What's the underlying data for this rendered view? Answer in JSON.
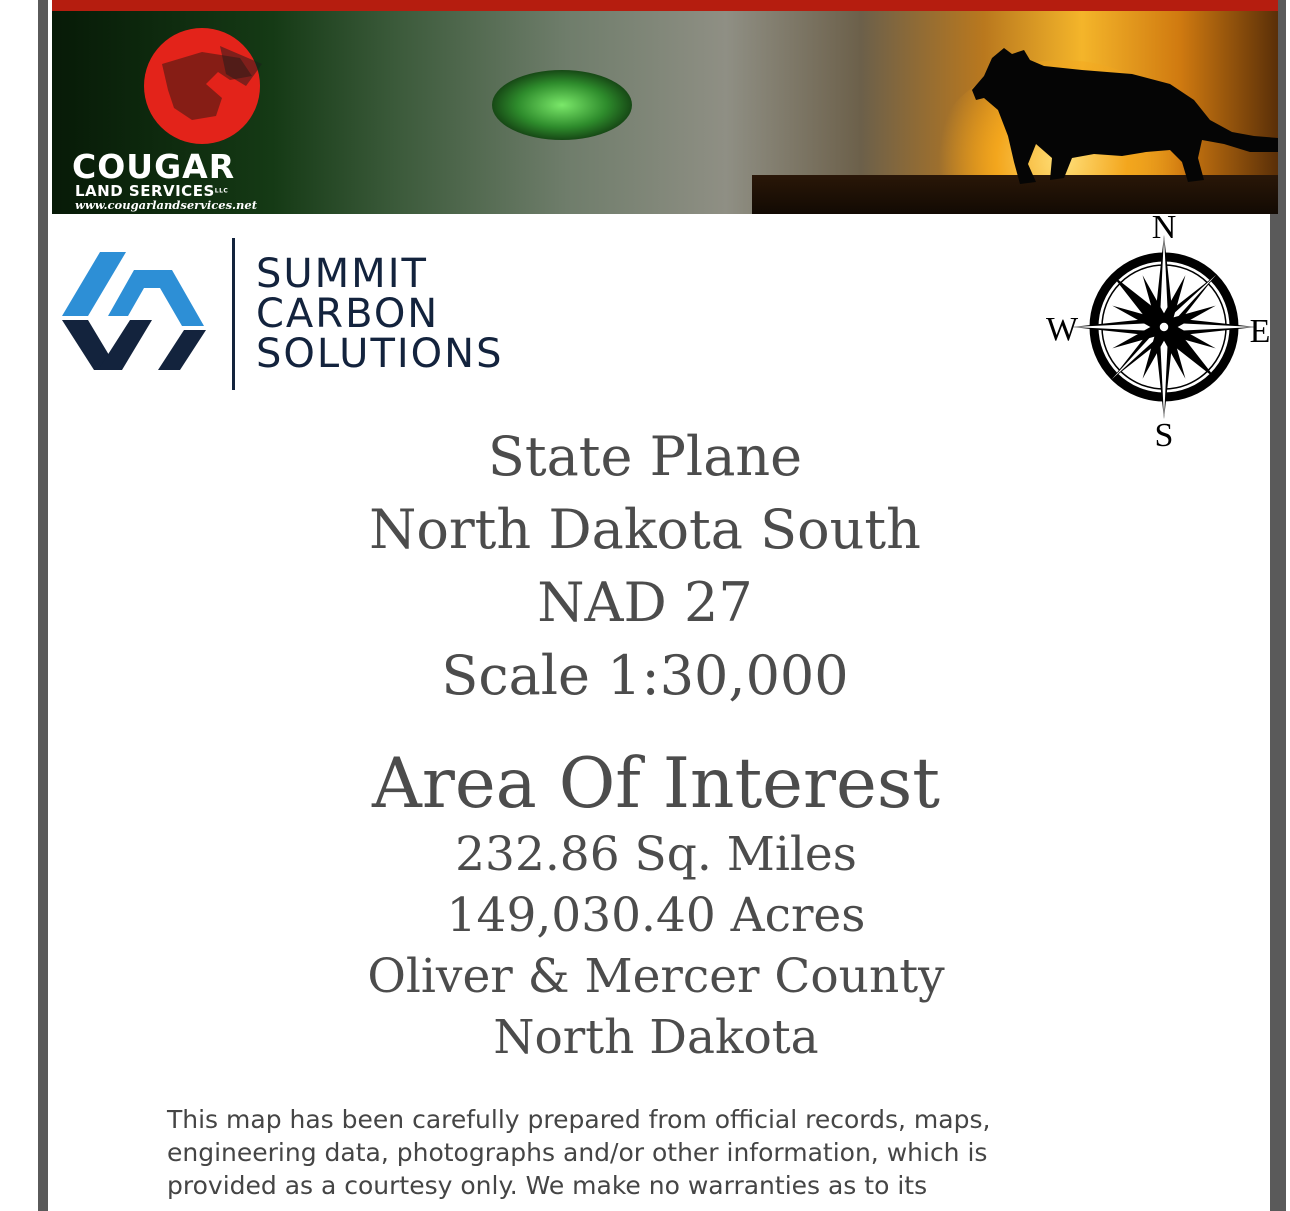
{
  "banner": {
    "brand": "COUGAR",
    "subtitle": "LAND SERVICES",
    "subtitle_suffix": "LLC",
    "url": "www.cougarlandservices.net",
    "accent_color": "#b51d0f",
    "emblem_color": "#e3231a"
  },
  "client_logo": {
    "line1": "SUMMIT",
    "line2": "CARBON",
    "line3": "SOLUTIONS",
    "colors": {
      "dark": "#13233d",
      "light": "#2d8fd6"
    }
  },
  "compass": {
    "north": "N",
    "south": "S",
    "east": "E",
    "west": "W"
  },
  "projection": {
    "line1": "State Plane",
    "line2": "North Dakota South",
    "line3": "NAD 27",
    "line4": "Scale 1:30,000"
  },
  "area": {
    "title": "Area Of Interest",
    "sq_miles": "232.86 Sq. Miles",
    "acres": "149,030.40 Acres",
    "county": "Oliver & Mercer County",
    "state": "North Dakota"
  },
  "disclaimer": {
    "line1": "This map has been carefully prepared from official records, maps,",
    "line2": "engineering data, photographs and/or other information, which is",
    "line3": "provided as a courtesy only. We make no warranties as to its"
  }
}
